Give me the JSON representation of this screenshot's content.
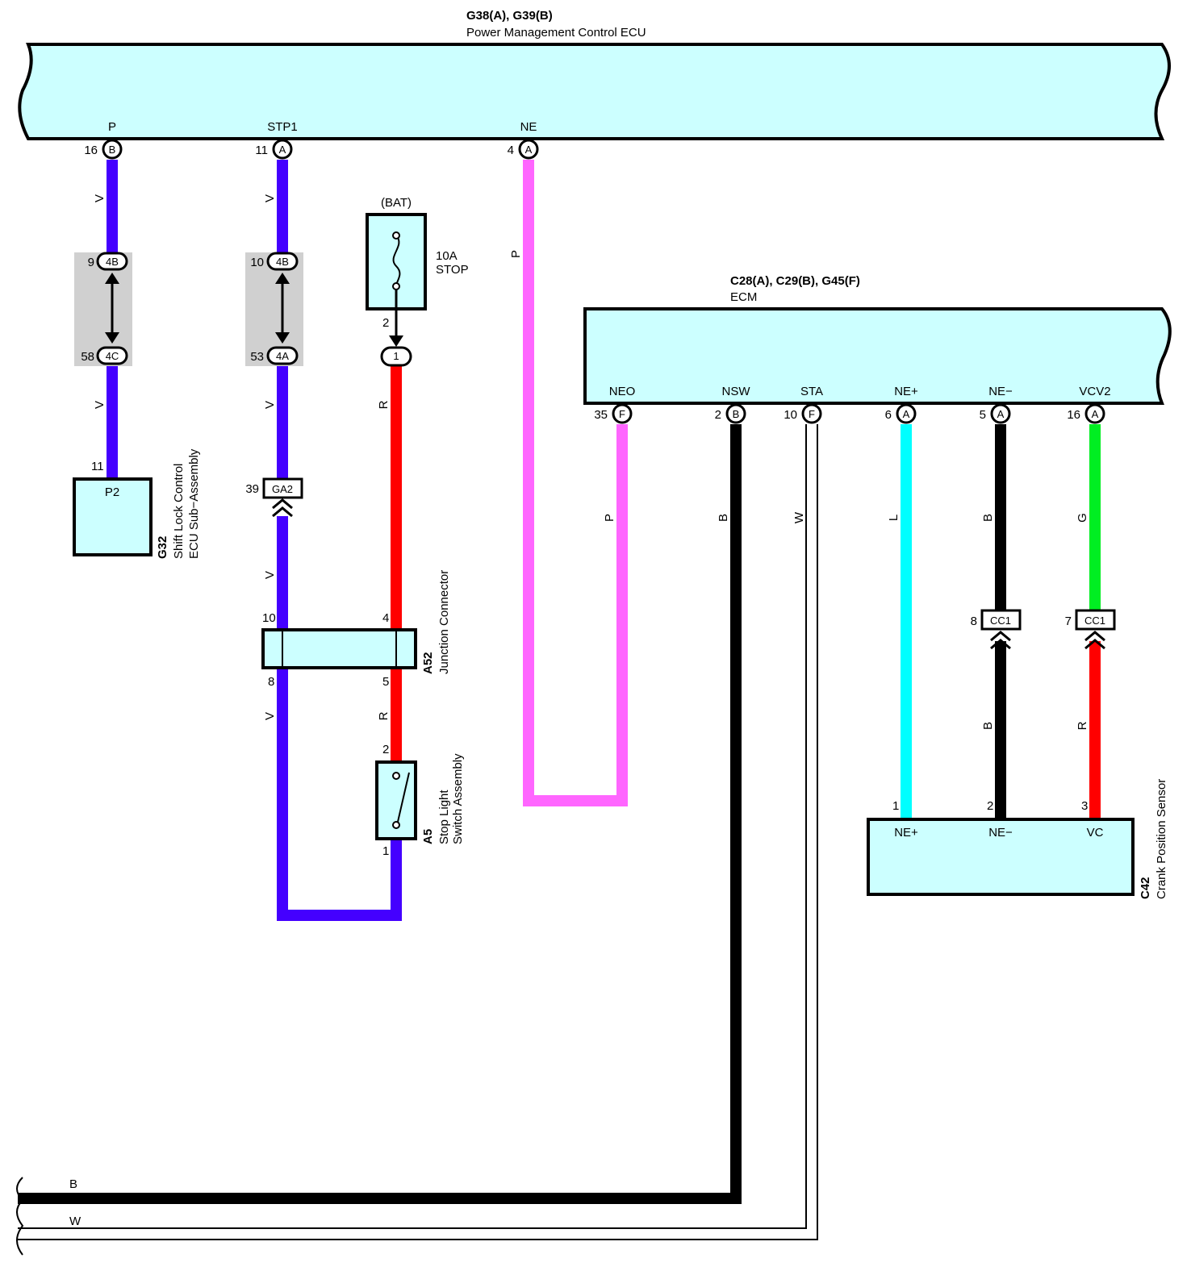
{
  "colors": {
    "component_fill": "#ccffff",
    "V": "#4400ff",
    "P": "#ff66ff",
    "R": "#ff0000",
    "B": "#000000",
    "W": "#ffffff",
    "L": "#00ffff",
    "G": "#00ee22",
    "splice_gray": "#d0d0d0"
  },
  "power_ecu": {
    "connectors": "G38(A), G39(B)",
    "name": "Power Management Control ECU"
  },
  "ecm": {
    "connectors": "C28(A), C29(B), G45(F)",
    "name": "ECM"
  },
  "ecu_pins": [
    {
      "name": "P",
      "pin": "16",
      "conn": "B"
    },
    {
      "name": "STP1",
      "pin": "11",
      "conn": "A"
    },
    {
      "name": "NE",
      "pin": "4",
      "conn": "A"
    }
  ],
  "ecm_pins": [
    {
      "name": "NEO",
      "pin": "35",
      "conn": "F"
    },
    {
      "name": "NSW",
      "pin": "2",
      "conn": "B"
    },
    {
      "name": "STA",
      "pin": "10",
      "conn": "F"
    },
    {
      "name": "NE+",
      "pin": "6",
      "conn": "A"
    },
    {
      "name": "NE−",
      "pin": "5",
      "conn": "A"
    },
    {
      "name": "VCV2",
      "pin": "16",
      "conn": "A"
    }
  ],
  "junction_connectors": [
    {
      "top_pin": "9",
      "top_conn": "4B",
      "bottom_pin": "58",
      "bottom_conn": "4C"
    },
    {
      "top_pin": "10",
      "top_conn": "4B",
      "bottom_pin": "53",
      "bottom_conn": "4A"
    }
  ],
  "fuse": {
    "source": "(BAT)",
    "rating": "10A",
    "name": "STOP",
    "pin_out": "2",
    "pin_in": "1"
  },
  "g32": {
    "code": "G32",
    "name_line1": "Shift Lock Control",
    "name_line2": "ECU Sub−Assembly",
    "pin": "11",
    "conn": "P2"
  },
  "ga2": {
    "pin": "39",
    "conn": "GA2"
  },
  "a52": {
    "code": "A52",
    "name": "Junction Connector",
    "pin_tl": "10",
    "pin_tr": "4",
    "pin_bl": "8",
    "pin_br": "5"
  },
  "a5": {
    "code": "A5",
    "name_line1": "Stop Light",
    "name_line2": "Switch Assembly",
    "pin_top": "2",
    "pin_bottom": "1"
  },
  "cc1": [
    {
      "pin": "8",
      "conn": "CC1"
    },
    {
      "pin": "7",
      "conn": "CC1"
    }
  ],
  "c42": {
    "code": "C42",
    "name": "Crank Position Sensor",
    "terminals": [
      {
        "pin": "1",
        "name": "NE+"
      },
      {
        "pin": "2",
        "name": "NE−"
      },
      {
        "pin": "3",
        "name": "VC"
      }
    ]
  },
  "wire_labels": {
    "v": "V",
    "p": "P",
    "r": "R",
    "b": "B",
    "w": "W",
    "l": "L",
    "g": "G"
  }
}
